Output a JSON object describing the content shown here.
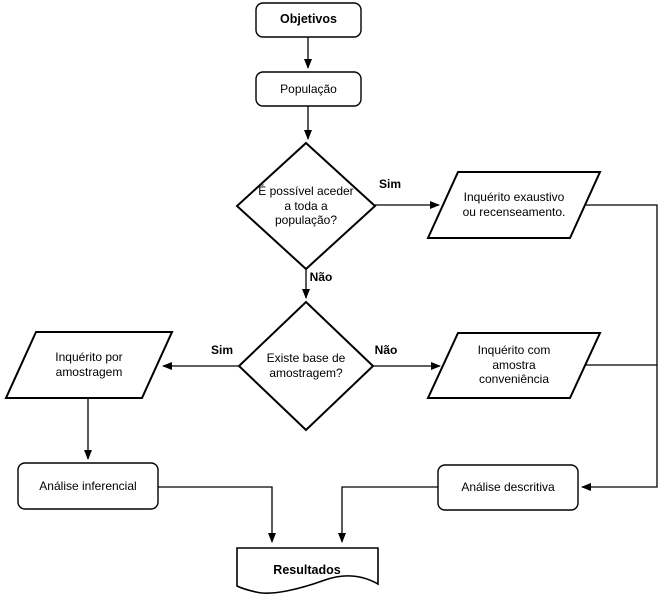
{
  "flowchart": {
    "title": "Survey methodology decision flowchart (Portuguese)",
    "colors": {
      "stroke": "#000000",
      "shape_fill": "#ffffff",
      "text": "#000000",
      "background": "#ffffff"
    },
    "nodes": {
      "objetivos": {
        "label": "Objetivos",
        "shape": "rounded-rectangle"
      },
      "populacao": {
        "label": "População",
        "shape": "rounded-rectangle"
      },
      "decisao_acesso": {
        "label": "É possível aceder a toda a população?",
        "shape": "diamond"
      },
      "inquerito_exaustivo": {
        "label": "Inquérito exaustivo ou recenseamento.",
        "shape": "parallelogram"
      },
      "decisao_base": {
        "label": "Existe base de amostragem?",
        "shape": "diamond"
      },
      "inquerito_amostragem": {
        "label": "Inquérito por amostragem",
        "shape": "parallelogram"
      },
      "inquerito_conveniencia": {
        "label": "Inquérito com amostra conveniência",
        "shape": "parallelogram"
      },
      "analise_inferencial": {
        "label": "Análise inferencial",
        "shape": "rounded-rectangle"
      },
      "analise_descritiva": {
        "label": "Análise descritiva",
        "shape": "rounded-rectangle"
      },
      "resultados": {
        "label": "Resultados",
        "shape": "document"
      }
    },
    "edge_labels": {
      "decisao_acesso_sim": "Sim",
      "decisao_acesso_nao": "Não",
      "decisao_base_sim": "Sim",
      "decisao_base_nao": "Não"
    }
  }
}
